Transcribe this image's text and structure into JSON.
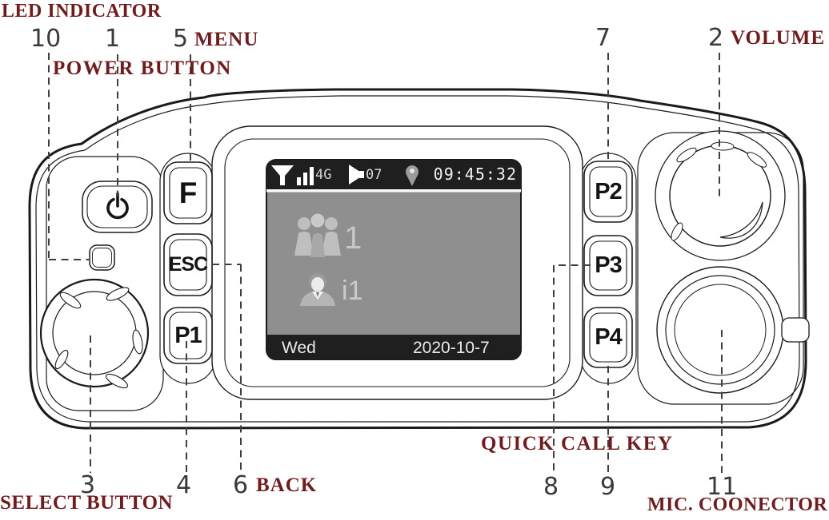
{
  "colors": {
    "callout_label": "#701b1e",
    "callout_number": "#3a3a3a",
    "line_art": "#1a1a1a",
    "screen_background": "#8f8f8f",
    "status_bar": "#1f1f1f",
    "screen_text": "#ededed"
  },
  "callouts": {
    "led_indicator": {
      "num": "10",
      "label": "LED INDICATOR"
    },
    "power_button": {
      "num": "1",
      "label": "POWER BUTTON"
    },
    "menu": {
      "num": "5",
      "label": "MENU"
    },
    "p2_key": {
      "num": "7"
    },
    "volume": {
      "num": "2",
      "label": "VOLUME"
    },
    "select_button": {
      "num": "3",
      "label": "SELECT BUTTON"
    },
    "p1_key": {
      "num": "4"
    },
    "back": {
      "num": "6",
      "label": "BACK"
    },
    "quick_call_key": {
      "num_left": "8",
      "num_right": "9",
      "label": "QUICK CALL KEY"
    },
    "mic_connector": {
      "num": "11",
      "label": "MIC. COONECTOR"
    }
  },
  "device": {
    "buttons": {
      "f": "F",
      "esc": "ESC",
      "p1": "P1",
      "p2": "P2",
      "p3": "P3",
      "p4": "P4"
    },
    "screen": {
      "status": {
        "network": "4G",
        "speaker_level": "07",
        "time": "09:45:32"
      },
      "home": {
        "group_value": "1",
        "contact_value": "i1"
      },
      "footer": {
        "day": "Wed",
        "date": "2020-10-7"
      }
    },
    "icons": {
      "signal": "signal-strength-icon",
      "speaker": "speaker-volume-icon",
      "location": "location-pin-icon",
      "group": "group-call-icon",
      "contact": "contact-person-icon",
      "power": "power-symbol-icon"
    }
  }
}
